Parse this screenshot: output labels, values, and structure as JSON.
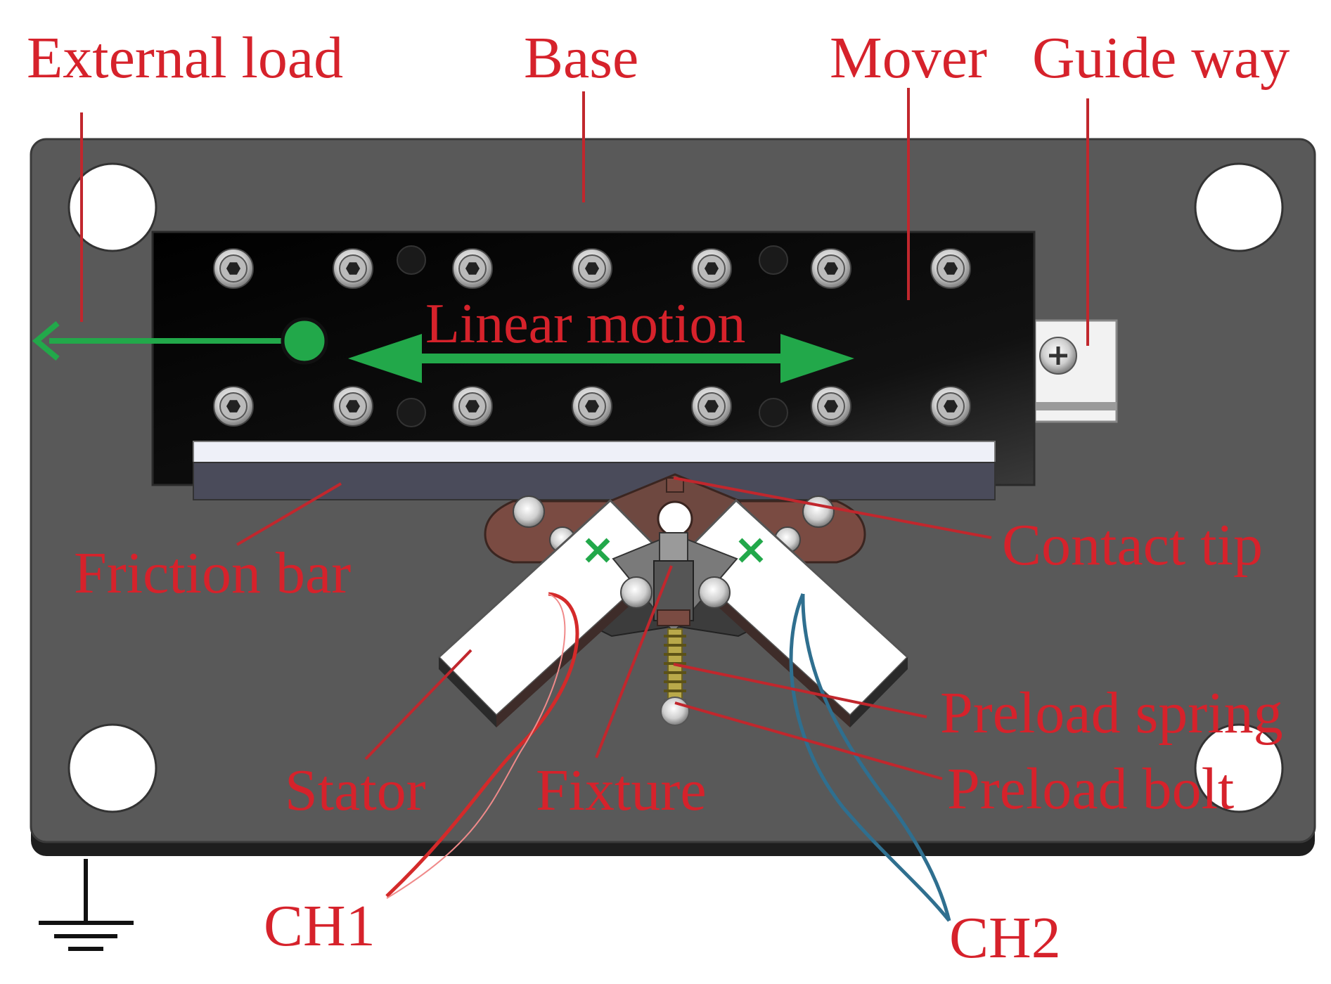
{
  "labels": {
    "external_load": "External load",
    "base": "Base",
    "mover": "Mover",
    "guide_way": "Guide way",
    "linear_motion": "Linear motion",
    "friction_bar": "Friction bar",
    "contact_tip": "Contact tip",
    "preload_spring": "Preload spring",
    "preload_bolt": "Preload bolt",
    "stator": "Stator",
    "fixture": "Fixture",
    "ch1": "CH1",
    "ch2": "CH2"
  },
  "colors": {
    "label": "#d6222b",
    "motion_arrow": "#22a84a",
    "base_plate": "#5a5a5a",
    "mover": "#0d0d0d",
    "wire_ch1": "#d42a2a",
    "wire_ch2": "#2f6f8f"
  },
  "icons": [
    "ground-icon",
    "external-load-point-icon",
    "piezo-polarization-cross-icon"
  ]
}
